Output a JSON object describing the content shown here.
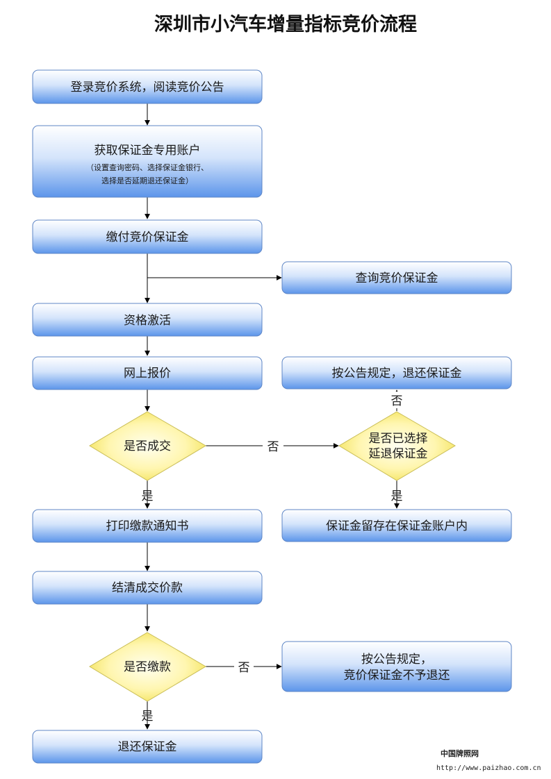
{
  "title": "深圳市小汽车增量指标竞价流程",
  "nodes": {
    "login": "登录竞价系统，阅读竞价公告",
    "account": "获取保证金专用账户",
    "account_note_1": "（设置查询密码、选择保证金银行、",
    "account_note_2": "选择是否延期退还保证金）",
    "pay_deposit": "缴付竞价保证金",
    "query_deposit": "查询竞价保证金",
    "activate": "资格激活",
    "bid_online": "网上报价",
    "refund_per_notice": "按公告规定，退还保证金",
    "deal_decision": "是否成交",
    "deferred_decision_1": "是否已选择",
    "deferred_decision_2": "延退保证金",
    "print_notice": "打印缴款通知书",
    "deposit_retained": "保证金留存在保证金账户内",
    "settle": "结清成交价款",
    "paid_decision": "是否缴款",
    "no_refund_1": "按公告规定，",
    "no_refund_2": "竞价保证金不予退还",
    "refund": "退还保证金"
  },
  "labels": {
    "yes": "是",
    "no": "否"
  },
  "footer": {
    "site_name": "中国牌照网",
    "url": "http://www.paizhao.com.cn"
  },
  "colors": {
    "box_top": "#ffffff",
    "box_bottom": "#5c95ea",
    "box_border": "#5e86c6",
    "diamond_center": "#fffbe0",
    "diamond_edge": "#f3e25a",
    "arrow": "#000000"
  }
}
